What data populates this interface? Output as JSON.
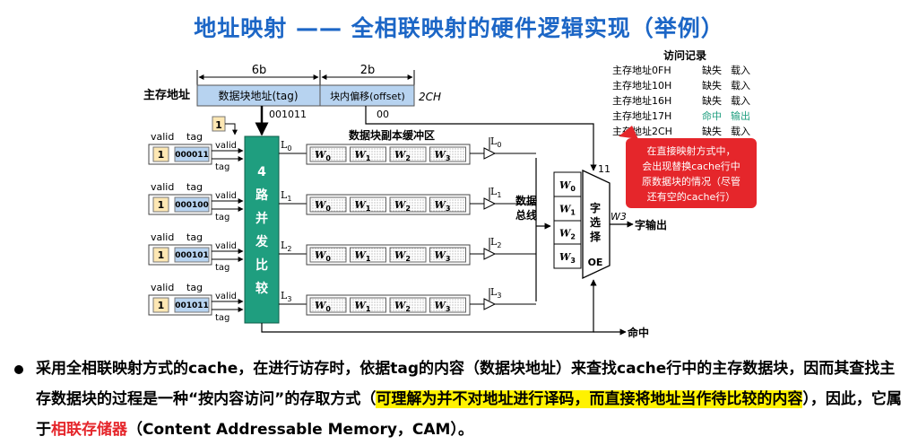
{
  "title": "地址映射 —— 全相联映射的硬件逻辑实现（举例）",
  "address": {
    "label": "主存地址",
    "tag_width": "6b",
    "offset_width": "2b",
    "tag_field": "数据块地址(tag)",
    "offset_field": "块内偏移(offset)",
    "value": "2CH",
    "tag_bits": "001011",
    "offset_bits": "00"
  },
  "valid_input": "1",
  "comparator_label": [
    "4",
    "路",
    "并",
    "发",
    "比",
    "较"
  ],
  "buffer_title": "数据块副本缓冲区",
  "entry_labels": {
    "valid": "valid",
    "tag": "tag"
  },
  "entries": [
    {
      "valid": "1",
      "tag": "000011",
      "line": "L0",
      "words": [
        "W0",
        "W1",
        "W2",
        "W3"
      ]
    },
    {
      "valid": "1",
      "tag": "000100",
      "line": "L1",
      "words": [
        "W0",
        "W1",
        "W2",
        "W3"
      ]
    },
    {
      "valid": "1",
      "tag": "000101",
      "line": "L2",
      "words": [
        "W0",
        "W1",
        "W2",
        "W3"
      ]
    },
    {
      "valid": "1",
      "tag": "001011",
      "line": "L3",
      "words": [
        "W0",
        "W1",
        "W2",
        "W3"
      ]
    }
  ],
  "data_bus_label": [
    "数据",
    "总线"
  ],
  "selector": {
    "inputs": [
      "W0",
      "W1",
      "W2",
      "W3"
    ],
    "label": [
      "字",
      "选",
      "择"
    ],
    "oe": "OE",
    "select_bits": "11",
    "output_word": "W3",
    "output_label": "字输出"
  },
  "hit_label": "命中",
  "access_log": {
    "title": "访问记录",
    "records": [
      {
        "addr": "主存地址0FH",
        "result": "缺失",
        "action": "载入",
        "hit": false
      },
      {
        "addr": "主存地址10H",
        "result": "缺失",
        "action": "载入",
        "hit": false
      },
      {
        "addr": "主存地址16H",
        "result": "缺失",
        "action": "载入",
        "hit": false
      },
      {
        "addr": "主存地址17H",
        "result": "命中",
        "action": "输出",
        "hit": true
      },
      {
        "addr": "主存地址2CH",
        "result": "缺失",
        "action": "载入",
        "hit": false
      }
    ]
  },
  "callout": [
    "在直接映射方式中，",
    "会出现替换cache行中",
    "原数据块的情况（尽管",
    "还有空的cache行）"
  ],
  "bullet": {
    "part1": "采用全相联映射方式的cache，在进行访存时，依据tag的内容（数据块地址）来查找cache行中的主存数据块，因而其查找主存数据块的过程是一种“按内容访问”的存取方式（",
    "highlight": "可理解为并不对地址进行译码，而直接将地址当作待比较的内容",
    "part2": "），因此，它属于",
    "red": "相联存储器",
    "part3": "（Content Addressable Memory，CAM）。"
  },
  "colors": {
    "title": "#1c66c6",
    "field": "#b7d3f0",
    "comparator": "#1f9e7f",
    "callout": "#e5262b",
    "hit": "#1f9e7f",
    "highlight": "#fff200"
  }
}
